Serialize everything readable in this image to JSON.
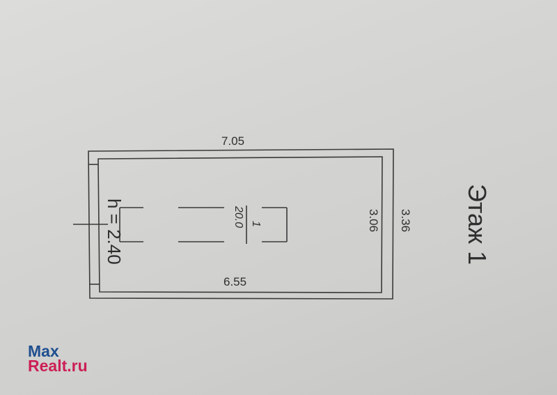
{
  "plan": {
    "dim_top": "7.05",
    "dim_bottom": "6.55",
    "dim_inner_side": "3.06",
    "dim_outer_side": "3.36",
    "room_number": "1",
    "room_area": "20.0",
    "ceiling_height": "h = 2.40",
    "floor_label": "Этаж 1"
  },
  "watermark": {
    "line1": "Max",
    "line2": "Realt.ru"
  }
}
